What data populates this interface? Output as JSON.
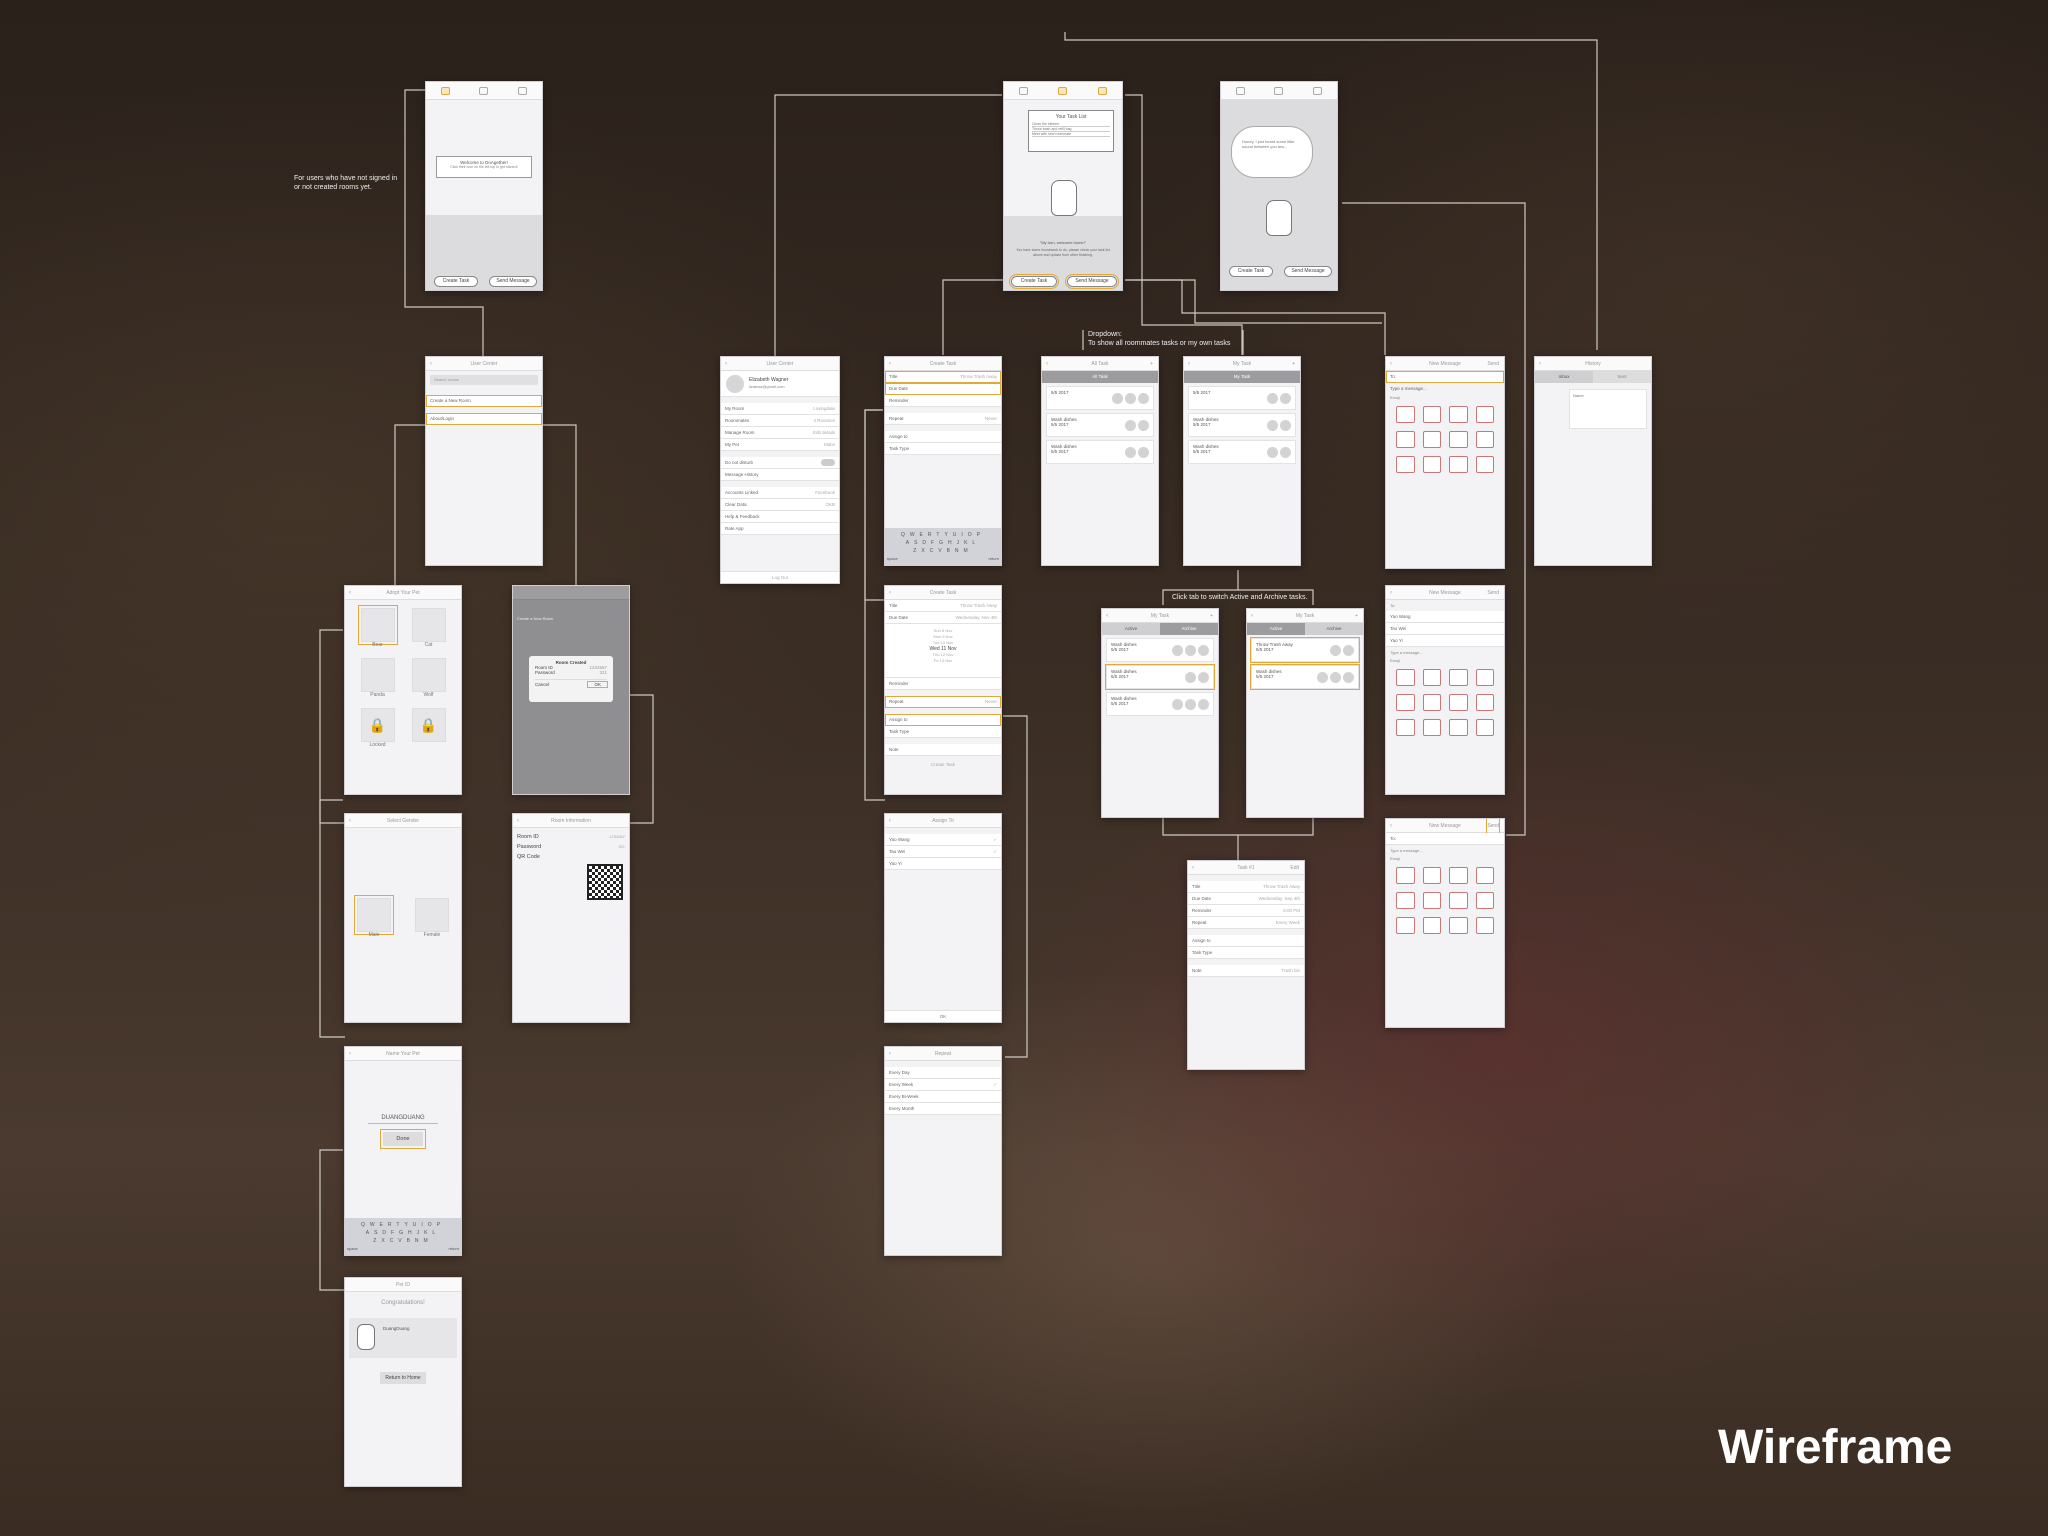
{
  "title": "Wireframe",
  "annotations": {
    "not_signed_in": "For users who have not signed in or not created rooms yet.",
    "dropdown_title": "Dropdown:",
    "dropdown_text": "To show all roommates tasks or my own tasks",
    "tab_switch": "Click tab to switch Active and Archive tasks."
  },
  "welcome": {
    "msg_title": "Welcome to DoAgether!",
    "msg_sub": "Click their icon on the left top to get started!",
    "create_task": "Create Task",
    "send_message": "Send Message"
  },
  "home": {
    "list_title": "Your Task List",
    "items": [
      "Clean the kitchen",
      "Throw trash and refill bag",
      "Meet with new roommate"
    ],
    "speech": "\"My turn, welcome home!\"",
    "desc": "You have some housework to do, please check your task list above and update from other finishing.",
    "create_task": "Create Task",
    "send_message": "Send Message"
  },
  "home_msg": {
    "bubble": "Honey, I just heard some little sound between you two..."
  },
  "user_center_a": {
    "title": "User Center",
    "search": "Search rooms",
    "rows": [
      "Create a New Room",
      "About/Login"
    ]
  },
  "user_center_b": {
    "title": "User Center",
    "name": "Elizabeth Wagner",
    "email": "lizabwa@gmail.com",
    "rows": [
      {
        "label": "My Room",
        "value": "Lovingdale"
      },
      {
        "label": "Roommates",
        "value": "4 Roomies"
      },
      {
        "label": "Manage Room",
        "value": "Edit details"
      },
      {
        "label": "My Pet",
        "value": "Mabs"
      },
      {
        "label": "Do not disturb",
        "value": ""
      },
      {
        "label": "Message History",
        "value": ""
      },
      {
        "label": "Accounts Linked",
        "value": "Facebook"
      },
      {
        "label": "Clear Data",
        "value": "OKB"
      },
      {
        "label": "Help & Feedback",
        "value": ""
      },
      {
        "label": "Rate App",
        "value": ""
      }
    ],
    "logout": "Log Out"
  },
  "create_task": {
    "title": "Create Task",
    "rows": [
      {
        "label": "Title",
        "value": "Throw Trash Away"
      },
      {
        "label": "Due Date",
        "value": ""
      },
      {
        "label": "Reminder",
        "value": ""
      },
      {
        "label": "Repeat",
        "value": "Never"
      },
      {
        "label": "Assign to",
        "value": ""
      },
      {
        "label": "Task Type",
        "value": ""
      }
    ],
    "kb_rows": [
      "QWERTYUIOP",
      "ASDFGHJKL",
      "ZXCVBNM"
    ],
    "space": "space",
    "return": "return"
  },
  "create_task_2": {
    "title": "Create Task",
    "title_value": "Throw Trash Away",
    "due_value": "Wednesday, Nov 4th",
    "picker": [
      "Sun 8 Nov",
      "Mon 9 Nov",
      "Tue 10 Nov",
      "Wed 11 Nov",
      "Thu 12 Nov",
      "Fri 13 Nov",
      "Sat 14 Nov"
    ],
    "picker_selected": "Wed 11 Nov",
    "rows": [
      "Reminder",
      "Repeat",
      "Assign to",
      "Task Type",
      "Note"
    ],
    "repeat_value": "Never",
    "create": "Create Task"
  },
  "assign_to": {
    "title": "Assign To",
    "people": [
      "Yao Wang",
      "Tao Wei",
      "Yao Yi"
    ],
    "ok": "OK"
  },
  "repeat": {
    "title": "Repeat",
    "options": [
      "Every Day",
      "Every Week",
      "Every Bi-Week",
      "Every Month"
    ]
  },
  "all_task": {
    "title": "All Task",
    "dropdown": "All Task",
    "cards": [
      {
        "title": "",
        "date": "5/5 2017"
      },
      {
        "title": "Wash dishes",
        "date": "5/5 2017"
      },
      {
        "title": "Wash dishes",
        "date": "5/5 2017"
      }
    ]
  },
  "my_task": {
    "title": "My Task",
    "dropdown": "My Task",
    "cards": [
      {
        "title": "",
        "date": "5/5 2017"
      },
      {
        "title": "Wash dishes",
        "date": "5/5 2017"
      },
      {
        "title": "Wash dishes",
        "date": "5/5 2017"
      }
    ]
  },
  "my_task_active": {
    "title": "My Task",
    "tabs": [
      "Active",
      "Archive"
    ],
    "cards": [
      {
        "title": "Wash dishes",
        "date": "5/5 2017"
      },
      {
        "title": "Wash dishes",
        "date": "5/5 2017"
      },
      {
        "title": "Wash dishes",
        "date": "5/5 2017"
      }
    ]
  },
  "my_task_archive": {
    "title": "My Task",
    "tabs": [
      "Active",
      "Archive"
    ],
    "cards": [
      {
        "title": "Throw Trash Away",
        "date": "5/5 2017"
      },
      {
        "title": "Wash dishes",
        "date": "5/5 2017"
      }
    ]
  },
  "task_detail": {
    "title": "Task #1",
    "edit": "Edit",
    "rows": [
      {
        "label": "Title",
        "value": "Throw Trash Away"
      },
      {
        "label": "Due Date",
        "value": "Wednesday, Sep 4th"
      },
      {
        "label": "Reminder",
        "value": "6:00 PM"
      },
      {
        "label": "Repeat",
        "value": "Every Week"
      },
      {
        "label": "Assign to",
        "value": ""
      },
      {
        "label": "Task Type",
        "value": ""
      },
      {
        "label": "Note",
        "value": "Trash bin"
      }
    ]
  },
  "new_message": {
    "title": "New Message",
    "send": "Send",
    "to": "To:",
    "placeholder": "Type a message...",
    "group": "Emoji"
  },
  "new_message_2": {
    "title": "New Message",
    "send": "Send",
    "to": "To:",
    "people": [
      "Yao Wang",
      "Tao Wei",
      "Yao Yi"
    ],
    "placeholder": "Type a message...",
    "group": "Emoji"
  },
  "new_message_3": {
    "title": "New Message",
    "send": "Send",
    "to": "To:",
    "placeholder": "Type a message...",
    "group": "Emoji"
  },
  "history": {
    "title": "History",
    "tabs": [
      "Inbox",
      "Sent"
    ],
    "name": "Name"
  },
  "adopt_pet": {
    "title": "Adopt Your Pet",
    "pets": [
      "Bear",
      "Cat",
      "Panda",
      "Wolf",
      "Locked",
      ""
    ]
  },
  "room_created": {
    "overlay_title": "Create a New Room",
    "dialog_title": "Room Created",
    "room_id_label": "Room ID",
    "room_id_value": "1234567",
    "password_label": "Password",
    "password_value": "321",
    "cancel": "Cancel",
    "ok": "OK"
  },
  "select_gender": {
    "title": "Select Gender",
    "male": "Male",
    "female": "Female"
  },
  "room_info": {
    "title": "Room Information",
    "rows": [
      {
        "label": "Room ID",
        "value": "1234567"
      },
      {
        "label": "Password",
        "value": "321"
      },
      {
        "label": "QR Code",
        "value": ""
      }
    ]
  },
  "name_pet": {
    "title": "Name Your Pet",
    "name": "DUANGDUANG",
    "done": "Done",
    "kb_rows": [
      "QWERTYUIOP",
      "ASDFGHJKL",
      "ZXCVBNM"
    ],
    "space": "space",
    "return": "return"
  },
  "pet_info": {
    "title": "Pet ID",
    "congrats": "Congratulations!",
    "pet_name": "DuangDuang",
    "return_home": "Return to Home"
  }
}
